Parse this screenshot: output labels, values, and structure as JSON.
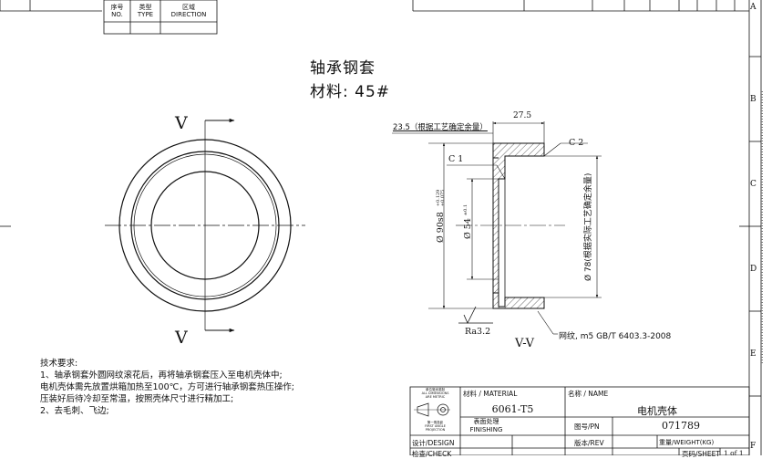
{
  "revision_table": {
    "headers": [
      {
        "cn": "序号",
        "en": "NO."
      },
      {
        "cn": "类型",
        "en": "TYPE"
      },
      {
        "cn": "区域",
        "en": "DIRECTION"
      }
    ]
  },
  "zone_letters": [
    "A",
    "B",
    "C",
    "D",
    "E",
    "F"
  ],
  "part_title": "轴承钢套",
  "material_line": "材料: 45#",
  "front_view": {
    "section_mark_top": "V",
    "section_mark_bottom": "V"
  },
  "section_view": {
    "label": "V-V",
    "dim_top_allowance": "23.5（根据工艺确定余量）",
    "dim_width": "27.5",
    "chamfer_outer": "C 2",
    "chamfer_inner": "C 1",
    "dia_outer": "Ø 90s8",
    "dia_outer_tol_upper": "+0.129",
    "dia_outer_tol_lower": "+0.075",
    "dia_inner": "Ø 54",
    "dia_inner_tol": "±0.1",
    "dia_knurl": "Ø 78(根据实际工艺确定余量)",
    "roughness": "Ra3.2",
    "knurl_note": "网纹, m5 GB/T 6403.3-2008"
  },
  "tech_requirements": {
    "heading": "技术要求:",
    "lines": [
      "1、轴承钢套外圆网纹滚花后，再将轴承钢套压入至电机壳体中;",
      "电机壳体需先放置烘箱加热至100℃，方可进行轴承钢套热压操作;",
      "压装好后待冷却至常温，按照壳体尺寸进行精加工;",
      "2、去毛刺、飞边;"
    ]
  },
  "title_block": {
    "projection_note_1": "单位毫米英制",
    "projection_note_2": "ALL DIMENSIONS",
    "projection_note_3": "ARE METRIC",
    "projection_caption_1": "第一角投影",
    "projection_caption_2": "FIRST ANGLE",
    "projection_caption_3": "PROJECTION",
    "material_label": "材料 / MATERIAL",
    "material_value": "6061-T5",
    "finishing_label_cn": "表面处理",
    "finishing_label_en": "FINISHING",
    "name_label": "名称 / NAME",
    "name_value": "电机壳体",
    "pn_label": "图号/PN",
    "pn_value": "071789",
    "rev_label": "版本/REV",
    "weight_label": "重量/WEIGHT(KG)",
    "design_label": "设计/DESIGN",
    "check_label": "检查/CHECK",
    "sheet_label": "页码/SHEET",
    "sheet_value": "1 of 1"
  }
}
